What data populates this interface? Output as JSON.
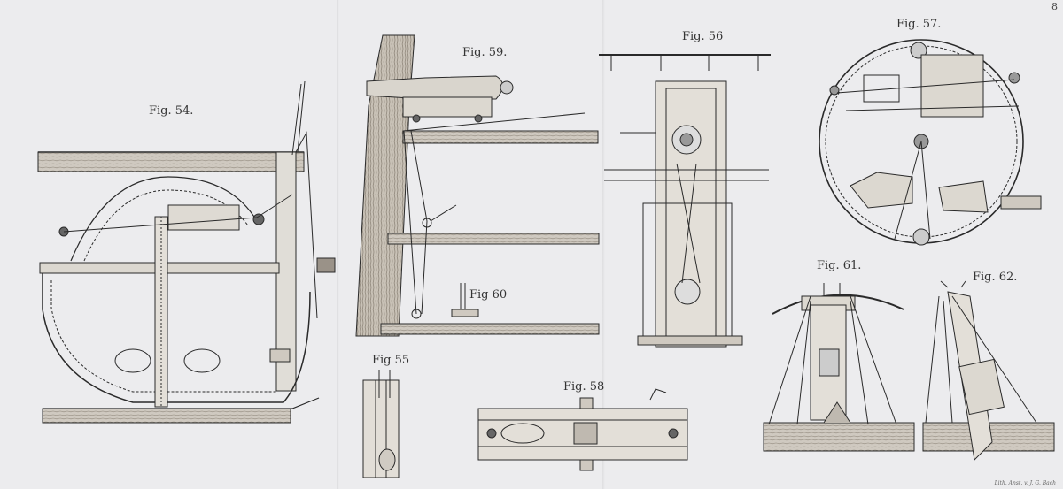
{
  "plate": {
    "number": "8",
    "engraver": "Lith. Anst. v. J. G. Bach"
  },
  "figures": [
    {
      "id": "fig54",
      "label": "Fig. 54."
    },
    {
      "id": "fig55",
      "label": "Fig 55"
    },
    {
      "id": "fig56",
      "label": "Fig. 56"
    },
    {
      "id": "fig57",
      "label": "Fig. 57."
    },
    {
      "id": "fig58",
      "label": "Fig. 58"
    },
    {
      "id": "fig59",
      "label": "Fig. 59."
    },
    {
      "id": "fig60",
      "label": "Fig 60"
    },
    {
      "id": "fig61",
      "label": "Fig. 61."
    },
    {
      "id": "fig62",
      "label": "Fig. 62."
    }
  ],
  "colors": {
    "paper": "#ececee",
    "ink": "#2a2a2a",
    "wood": "#b9b2a8"
  }
}
